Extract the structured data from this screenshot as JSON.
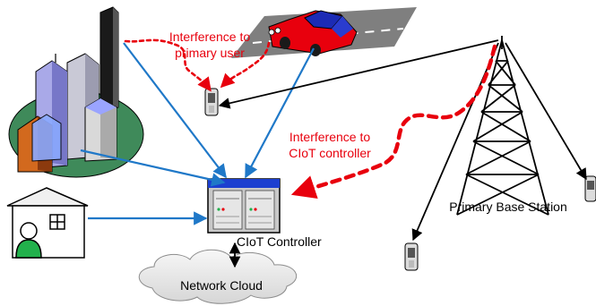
{
  "labels": {
    "interference_primary_line1": "Interference to",
    "interference_primary_line2": "primary user",
    "interference_cloud_line1": "Interference to",
    "interference_cloud_line2": "CIoT controller",
    "primary_base_station": "Primary Base Station",
    "ciot_controller": "CIoT Controller",
    "network_cloud": "Network Cloud"
  },
  "colors": {
    "interference": "#e8000d",
    "link_blue": "#1f78c8",
    "link_black": "#000000",
    "ground_green": "#3f8a5a",
    "car_red": "#e8000d",
    "road_gray": "#7f7f7f"
  }
}
